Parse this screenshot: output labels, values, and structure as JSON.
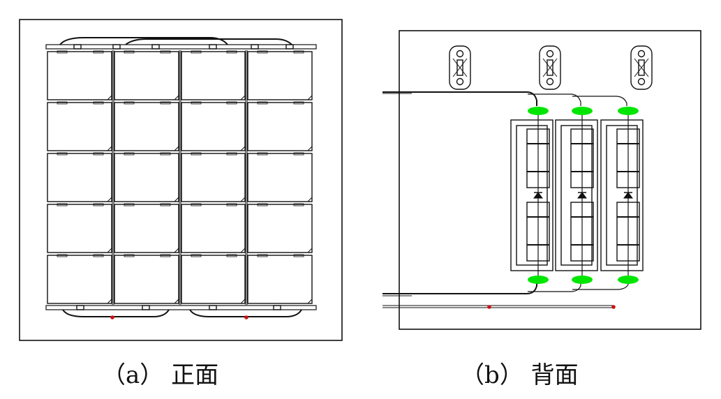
{
  "captions": {
    "front": "（a） 正面",
    "back": "（b） 背面"
  },
  "front_panel": {
    "rows": 5,
    "cols": 4
  },
  "back_panel": {
    "junction_boxes": 3,
    "mounting_brackets": 3,
    "modules_per_box": 2
  },
  "colors": {
    "stroke": "#111111",
    "connector": "#00e600",
    "marker": "#cc1111",
    "background": "#ffffff"
  }
}
